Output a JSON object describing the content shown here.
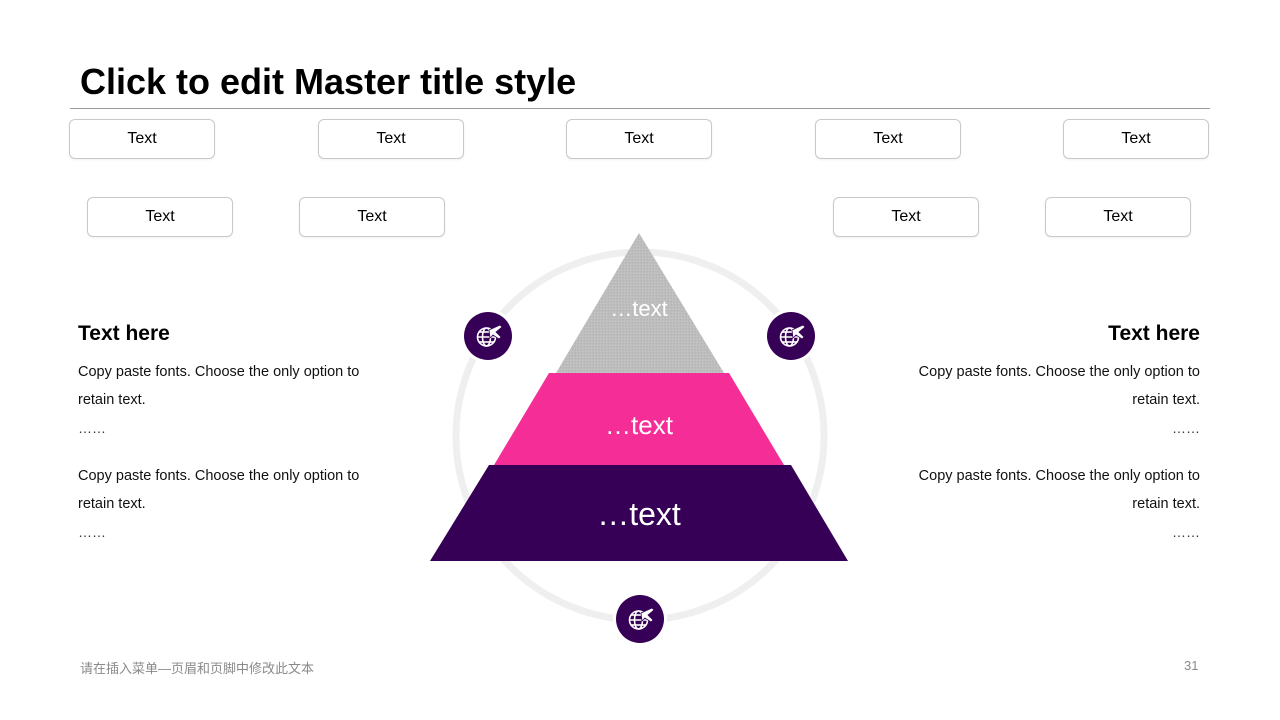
{
  "slide": {
    "title": "Click to edit Master title style",
    "footer_text": "请在插入菜单—页眉和页脚中修改此文本",
    "page_number": "31"
  },
  "top_boxes_row1": [
    "Text",
    "Text",
    "Text",
    "Text",
    "Text"
  ],
  "top_boxes_row2": [
    "Text",
    "Text",
    "Text",
    "Text"
  ],
  "left_panel": {
    "heading": "Text here",
    "paragraph1": "Copy paste fonts. Choose the only option to retain text.",
    "ellipsis1": "……",
    "paragraph2": "Copy paste fonts. Choose the only option to retain text.",
    "ellipsis2": "……"
  },
  "right_panel": {
    "heading": "Text here",
    "paragraph1": "Copy paste fonts. Choose the only option to retain text.",
    "ellipsis1": "……",
    "paragraph2": "Copy paste fonts. Choose the only option to retain text.",
    "ellipsis2": "……"
  },
  "pyramid": {
    "tiers": [
      {
        "label": "…text",
        "color": "#bdbdbd"
      },
      {
        "label": "…text",
        "color": "#f52d97"
      },
      {
        "label": "…text",
        "color": "#360056"
      }
    ],
    "ring_color": "#efefef",
    "icon_badge_color": "#360056",
    "icons": [
      "globe-plane-icon",
      "globe-plane-icon",
      "globe-plane-icon"
    ]
  }
}
